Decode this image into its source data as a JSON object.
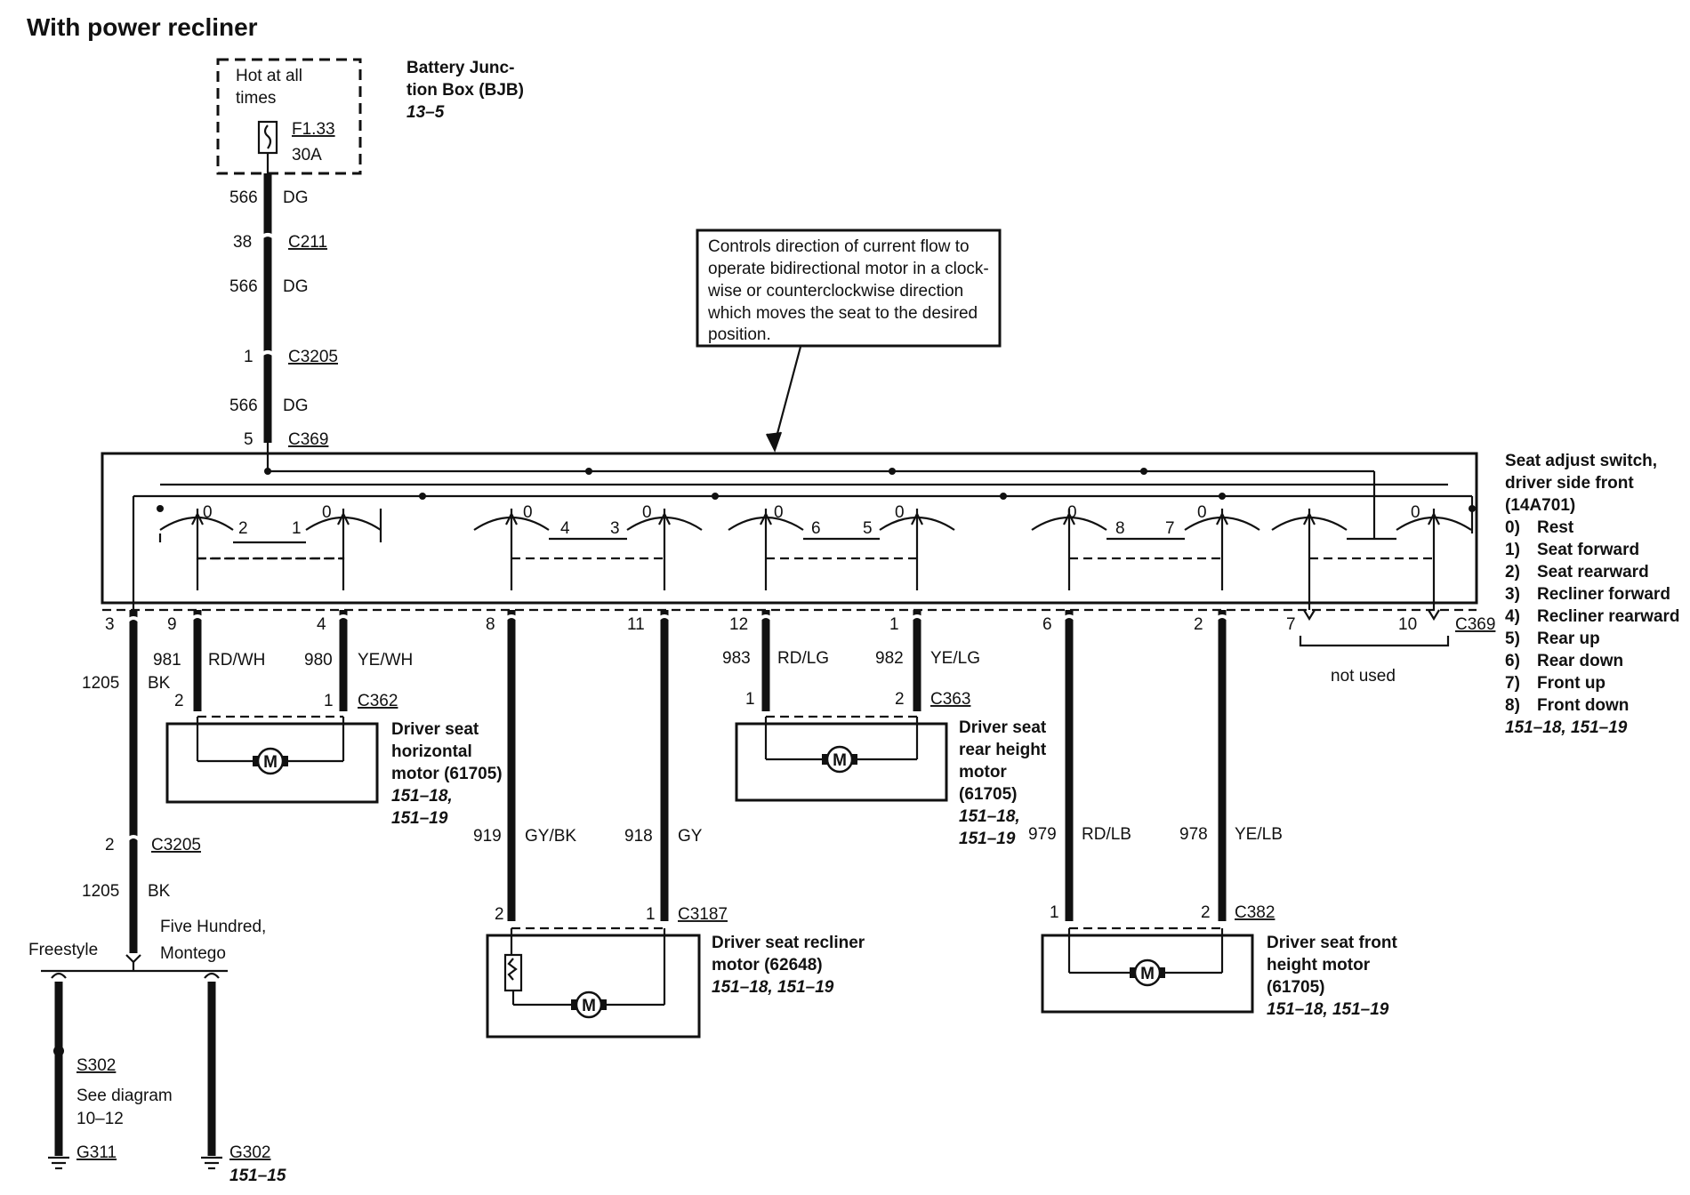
{
  "title": "With power recliner",
  "bjb": {
    "hot_text_1": "Hot at all",
    "hot_text_2": "times",
    "name_1": "Battery Junc-",
    "name_2": "tion Box (BJB)",
    "ref": "13–5",
    "fuse_id": "F1.33",
    "fuse_rating": "30A"
  },
  "feed": [
    {
      "circuit": "566",
      "color": "DG"
    },
    {
      "pin": "38",
      "connector": "C211"
    },
    {
      "circuit": "566",
      "color": "DG"
    },
    {
      "pin": "1",
      "connector": "C3205"
    },
    {
      "circuit": "566",
      "color": "DG"
    },
    {
      "pin": "5",
      "connector": "C369"
    }
  ],
  "callout": {
    "lines": [
      "Controls direction of current flow to",
      "operate bidirectional motor in a clock-",
      "wise or counterclockwise direction",
      "which moves the seat to the desired",
      "position."
    ]
  },
  "switch": {
    "title_1": "Seat adjust switch,",
    "title_2": "driver side front",
    "part": "(14A701)",
    "legend": [
      {
        "n": "0)",
        "label": "Rest"
      },
      {
        "n": "1)",
        "label": "Seat forward"
      },
      {
        "n": "2)",
        "label": "Seat rearward"
      },
      {
        "n": "3)",
        "label": "Recliner forward"
      },
      {
        "n": "4)",
        "label": "Recliner rearward"
      },
      {
        "n": "5)",
        "label": "Rear up"
      },
      {
        "n": "6)",
        "label": "Rear down"
      },
      {
        "n": "7)",
        "label": "Front up"
      },
      {
        "n": "8)",
        "label": "Front down"
      }
    ],
    "ref": "151–18, 151–19",
    "connector": "C369",
    "positions": [
      "0",
      "2",
      "1",
      "0",
      "0",
      "4",
      "3",
      "0",
      "0",
      "6",
      "5",
      "0",
      "0",
      "8",
      "7",
      "0",
      "0"
    ],
    "pins": [
      "3",
      "9",
      "4",
      "8",
      "11",
      "12",
      "1",
      "6",
      "2",
      "7",
      "10"
    ],
    "not_used": "not used"
  },
  "ground_wire": {
    "circuit": "1205",
    "color": "BK",
    "pin_c3205": "2",
    "connector_c3205": "C3205",
    "circuit2": "1205",
    "color2": "BK",
    "freestyle": "Freestyle",
    "five_hundred_1": "Five Hundred,",
    "five_hundred_2": "Montego",
    "splice": "S302",
    "see_1": "See diagram",
    "see_2": "10–12",
    "ground1": "G311",
    "ground2": "G302",
    "ground2_ref": "151–15"
  },
  "horizontal_motor": {
    "c1": "981",
    "color1": "RD/WH",
    "c2": "980",
    "color2": "YE/WH",
    "pin_a": "2",
    "pin_b": "1",
    "connector": "C362",
    "name_1": "Driver seat",
    "name_2": "horizontal",
    "name_3": "motor (61705)",
    "ref_1": "151–18,",
    "ref_2": "151–19"
  },
  "recliner_motor": {
    "c1": "919",
    "color1": "GY/BK",
    "c2": "918",
    "color2": "GY",
    "pin_a": "2",
    "pin_b": "1",
    "connector": "C3187",
    "name_1": "Driver seat recliner",
    "name_2": "motor (62648)",
    "ref": "151–18, 151–19"
  },
  "rear_height_motor": {
    "c1": "983",
    "color1": "RD/LG",
    "c2": "982",
    "color2": "YE/LG",
    "pin_a": "1",
    "pin_b": "2",
    "connector": "C363",
    "name_1": "Driver seat",
    "name_2": "rear height",
    "name_3": "motor",
    "name_4": "(61705)",
    "ref_1": "151–18,",
    "ref_2": "151–19"
  },
  "front_height_motor": {
    "c1": "979",
    "color1": "RD/LB",
    "c2": "978",
    "color2": "YE/LB",
    "pin_a": "1",
    "pin_b": "2",
    "connector": "C382",
    "name_1": "Driver seat front",
    "name_2": "height motor",
    "name_3": "(61705)",
    "ref": "151–18, 151–19"
  },
  "motor_symbol": "M"
}
